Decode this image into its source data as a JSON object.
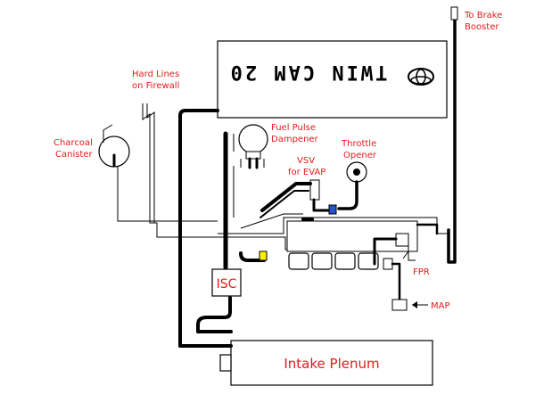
{
  "diagram": {
    "labels": {
      "to_brake_booster_1": "To Brake",
      "to_brake_booster_2": "Booster",
      "hard_lines_1": "Hard Lines",
      "hard_lines_2": "on Firewall",
      "charcoal_1": "Charcoal",
      "charcoal_2": "Canister",
      "fuel_pulse_1": "Fuel Pulse",
      "fuel_pulse_2": "Dampener",
      "throttle_1": "Throttle",
      "throttle_2": "Opener",
      "vsv_1": "VSV",
      "vsv_2": "for EVAP",
      "isc": "ISC",
      "fpr": "FPR",
      "map": "MAP",
      "intake_plenum": "Intake Plenum",
      "engine_cover": "TWIN CAM 20"
    },
    "colors": {
      "label": "#e41b1b",
      "line": "#000000",
      "hose_fitting": "#ffee00",
      "vsv_fitting": "#2255cc"
    }
  }
}
